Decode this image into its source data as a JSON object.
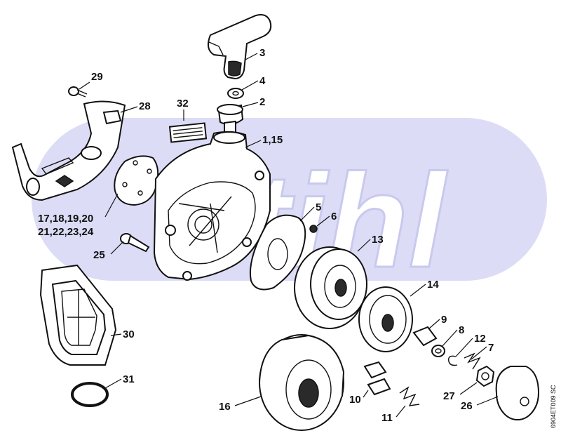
{
  "diagram": {
    "watermark_text": "stihl",
    "doc_code": "6904ET009 SC",
    "colors": {
      "background_band": "#dcdcf6",
      "line": "#111111",
      "fill": "#ffffff"
    }
  },
  "callouts": [
    {
      "id": "29",
      "text": "29"
    },
    {
      "id": "28",
      "text": "28"
    },
    {
      "id": "32",
      "text": "32"
    },
    {
      "id": "3",
      "text": "3"
    },
    {
      "id": "4",
      "text": "4"
    },
    {
      "id": "2",
      "text": "2"
    },
    {
      "id": "1-15",
      "text": "1,15"
    },
    {
      "id": "17-20",
      "text": "17,18,19,20"
    },
    {
      "id": "21-24",
      "text": "21,22,23,24"
    },
    {
      "id": "5",
      "text": "5"
    },
    {
      "id": "6",
      "text": "6"
    },
    {
      "id": "13",
      "text": "13"
    },
    {
      "id": "25",
      "text": "25"
    },
    {
      "id": "14",
      "text": "14"
    },
    {
      "id": "9",
      "text": "9"
    },
    {
      "id": "8",
      "text": "8"
    },
    {
      "id": "12",
      "text": "12"
    },
    {
      "id": "7",
      "text": "7"
    },
    {
      "id": "30",
      "text": "30"
    },
    {
      "id": "31",
      "text": "31"
    },
    {
      "id": "27",
      "text": "27"
    },
    {
      "id": "10",
      "text": "10"
    },
    {
      "id": "26",
      "text": "26"
    },
    {
      "id": "16",
      "text": "16"
    },
    {
      "id": "11",
      "text": "11"
    }
  ]
}
